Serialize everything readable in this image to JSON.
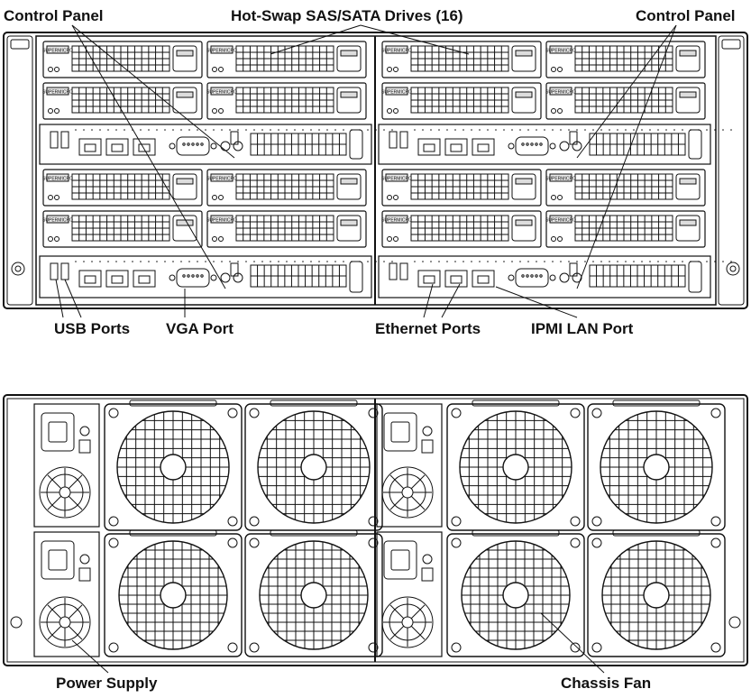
{
  "labels": {
    "control_panel_left": "Control Panel",
    "hot_swap_drives": "Hot-Swap SAS/SATA Drives (16)",
    "control_panel_right": "Control Panel",
    "usb_ports": "USB Ports",
    "vga_port": "VGA Port",
    "ethernet_ports": "Ethernet Ports",
    "ipmi_lan_port": "IPMI LAN Port",
    "power_supply": "Power Supply",
    "chassis_fan": "Chassis Fan"
  },
  "drive_brand": "SUPERMICRO",
  "colors": {
    "line": "#111111",
    "bg": "#ffffff",
    "fill": "#f2f2f2"
  }
}
